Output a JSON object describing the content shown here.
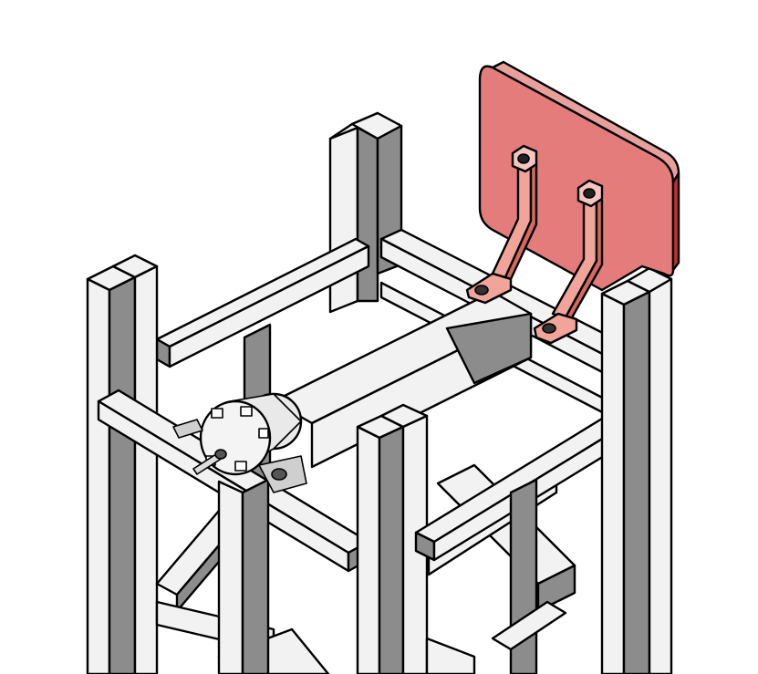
{
  "colors": {
    "background": "#ffffff",
    "member_light": "#f2f2f2",
    "member_shade": "#8c8c8c",
    "outline": "#000000",
    "panel_face": "#e47c7b",
    "panel_edge": "#c23030",
    "bracket_face": "#f0a49a",
    "bracket_shade": "#d46a60",
    "motor_body": "#e9e9e9",
    "motor_dark": "#555555"
  },
  "components": {
    "frame": "lattice-frame-structure",
    "motor": "motor-assembly",
    "panel": "mounting-panel-assembly"
  }
}
